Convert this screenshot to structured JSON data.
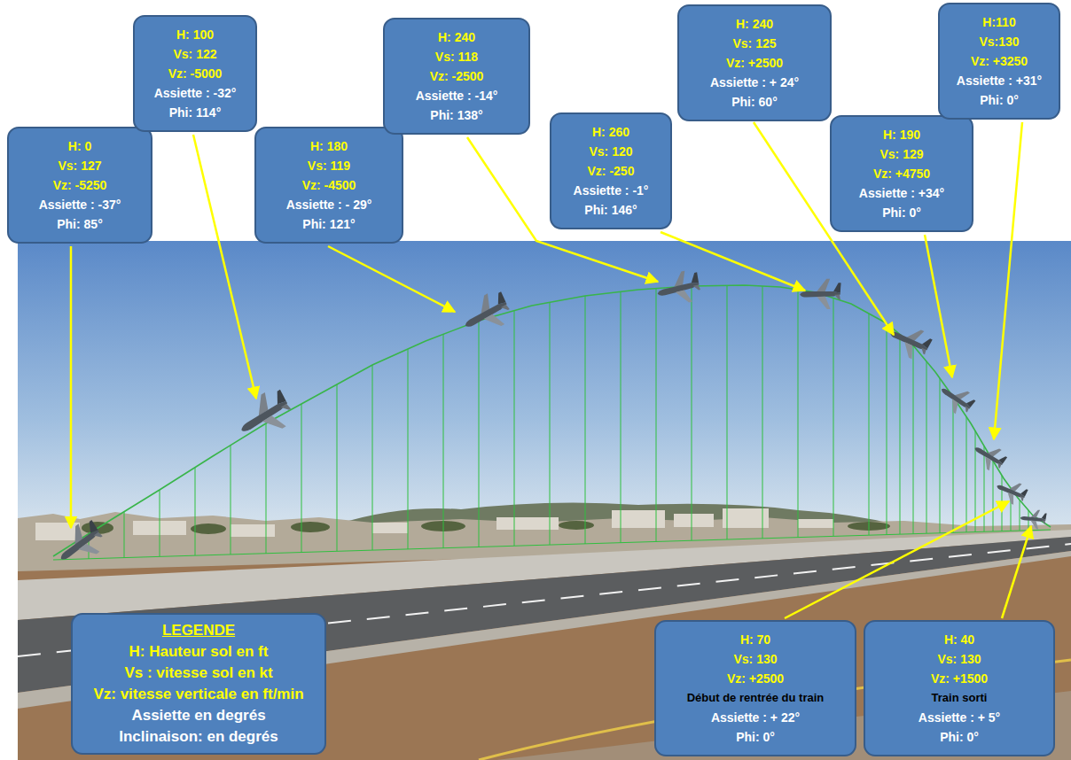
{
  "diagram": {
    "nodes": [
      {
        "text": [
          "H: 0",
          "Vs: 127",
          "Vz: -5250",
          "Assiette : -37°",
          "Phi: 85°"
        ]
      },
      {
        "text": [
          "H: 100",
          "Vs: 122",
          "Vz: -5000",
          "Assiette : -32°",
          "Phi: 114°"
        ]
      },
      {
        "text": [
          "H: 180",
          "Vs: 119",
          "Vz: -4500",
          "Assiette : - 29°",
          "Phi: 121°"
        ]
      },
      {
        "text": [
          "H: 240",
          "Vs: 118",
          "Vz: -2500",
          "Assiette : -14°",
          "Phi: 138°"
        ]
      },
      {
        "text": [
          "H: 260",
          "Vs: 120",
          "Vz: -250",
          "Assiette : -1°",
          "Phi: 146°"
        ]
      },
      {
        "text": [
          "H: 240",
          "Vs: 125",
          "Vz: +2500",
          "Assiette : + 24°",
          "Phi: 60°"
        ]
      },
      {
        "text": [
          "H: 190",
          "Vs: 129",
          "Vz: +4750",
          "Assiette : +34°",
          "Phi: 0°"
        ]
      },
      {
        "text": [
          "H:110",
          "Vs:130",
          "Vz: +3250",
          "Assiette : +31°",
          "Phi: 0°"
        ]
      },
      {
        "text": [
          "LEGENDE",
          "H: Hauteur sol en ft",
          "Vs : vitesse sol en kt",
          "Vz: vitesse verticale en ft/min",
          "Assiette en degrés",
          "Inclinaison: en degrés"
        ]
      },
      {
        "text": [
          "H: 70",
          "Vs: 130",
          "Vz: +2500",
          "Début de rentrée du train",
          "Assiette : + 22°",
          "Phi: 0°"
        ]
      },
      {
        "text": [
          "H: 40",
          "Vs: 130",
          "Vz: +1500",
          "Train sorti",
          "Assiette : + 5°",
          "Phi: 0°"
        ]
      }
    ]
  }
}
